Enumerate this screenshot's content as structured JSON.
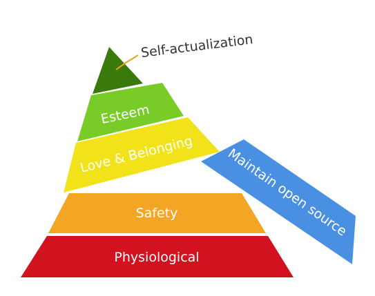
{
  "pyramid": {
    "tiers": [
      {
        "label": "Self-actualization",
        "color": "#3a7a0c"
      },
      {
        "label": "Esteem",
        "color": "#79cc28"
      },
      {
        "label": "Love & Belonging",
        "color": "#f2e21a"
      },
      {
        "label": "Safety",
        "color": "#f2a623"
      },
      {
        "label": "Physiological",
        "color": "#d3121f"
      }
    ],
    "callout": {
      "label": "Self-actualization",
      "line_color": "#e3a31b"
    }
  },
  "dislodged_block": {
    "label": "Maintain open source",
    "color": "#4a90e2"
  }
}
